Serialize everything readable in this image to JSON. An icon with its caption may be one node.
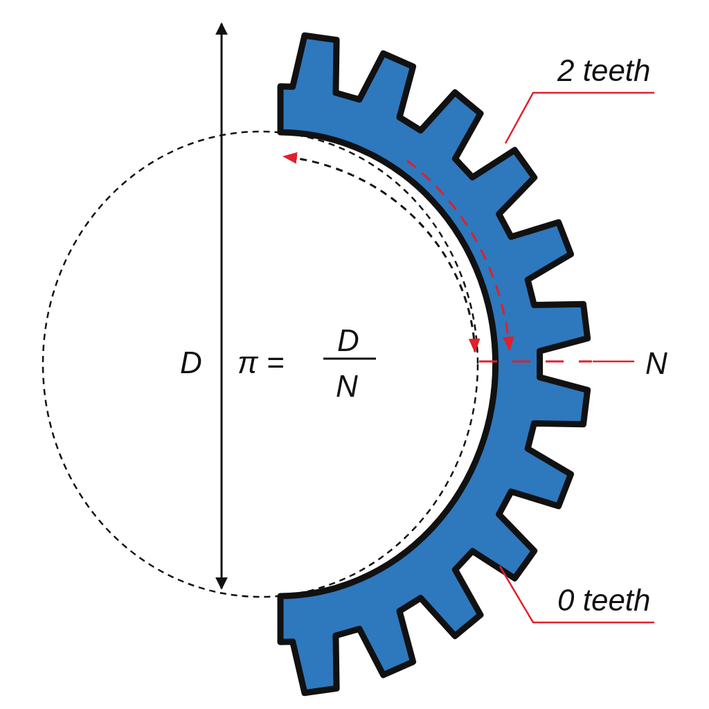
{
  "diagram": {
    "nodes": [
      {
        "text": [
          "2 teeth"
        ]
      },
      {
        "text": [],
        "shape": "gear"
      },
      {
        "text": [
          "N"
        ]
      },
      {
        "text": [
          "0 teeth"
        ]
      }
    ],
    "edges": [
      {
        "from": 0,
        "to": 1,
        "arrow": "none"
      },
      {
        "from": 2,
        "to": 1,
        "arrow": "none"
      },
      {
        "from": 3,
        "to": 1,
        "arrow": "none"
      }
    ],
    "labels": [
      "D",
      "π =",
      "D",
      "N"
    ]
  }
}
